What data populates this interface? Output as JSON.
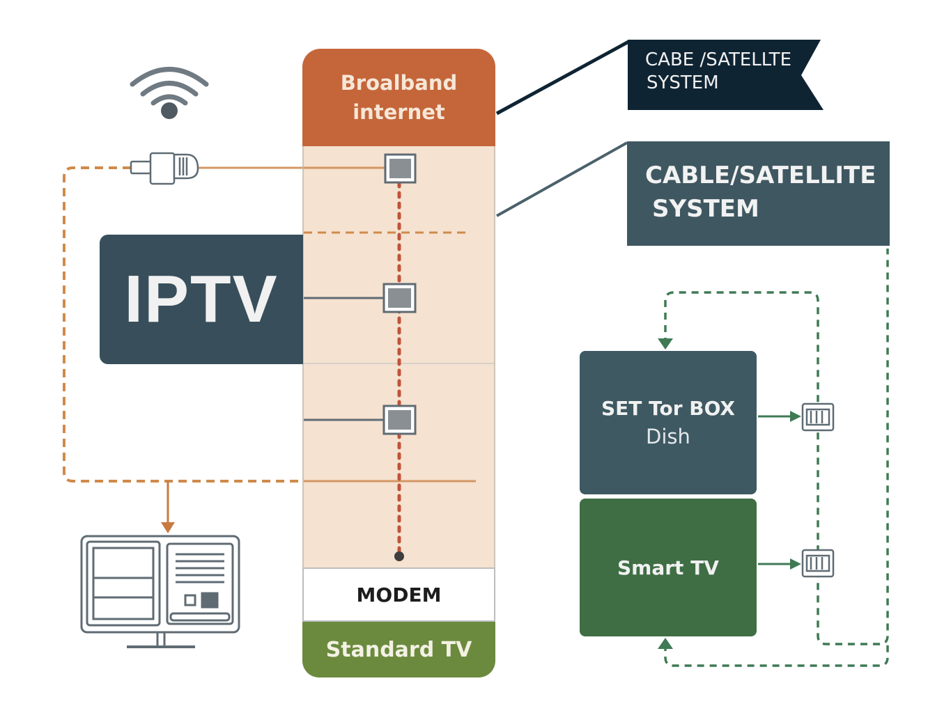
{
  "column": {
    "top_label_line1": "Broalband",
    "top_label_line2": "internet",
    "modem_label": "MODEM",
    "bottom_label": "Standard TV"
  },
  "iptv_label": "IPTV",
  "ribbon": {
    "line1": "CABE /SATELLTE",
    "line2": "SYSTEM"
  },
  "cable_box": {
    "line1": "CABLE/SATELLITE",
    "line2": "SYSTEM"
  },
  "set_top_box": {
    "title": "SET Tor BOX",
    "subtitle": "Dish"
  },
  "smart_tv_label": "Smart TV",
  "colors": {
    "orange": "#c4663a",
    "orange_dash": "#d08a4a",
    "red_dots": "#c0533a",
    "slate": "#384e5b",
    "navy": "#0f2433",
    "green_dash": "#3f7a55",
    "olive": "#6b8a3e",
    "icon_gray": "#5f6b73"
  },
  "icons": [
    "wifi-icon",
    "plug-icon",
    "chip-icon",
    "monitor-icon",
    "connector-icon"
  ]
}
